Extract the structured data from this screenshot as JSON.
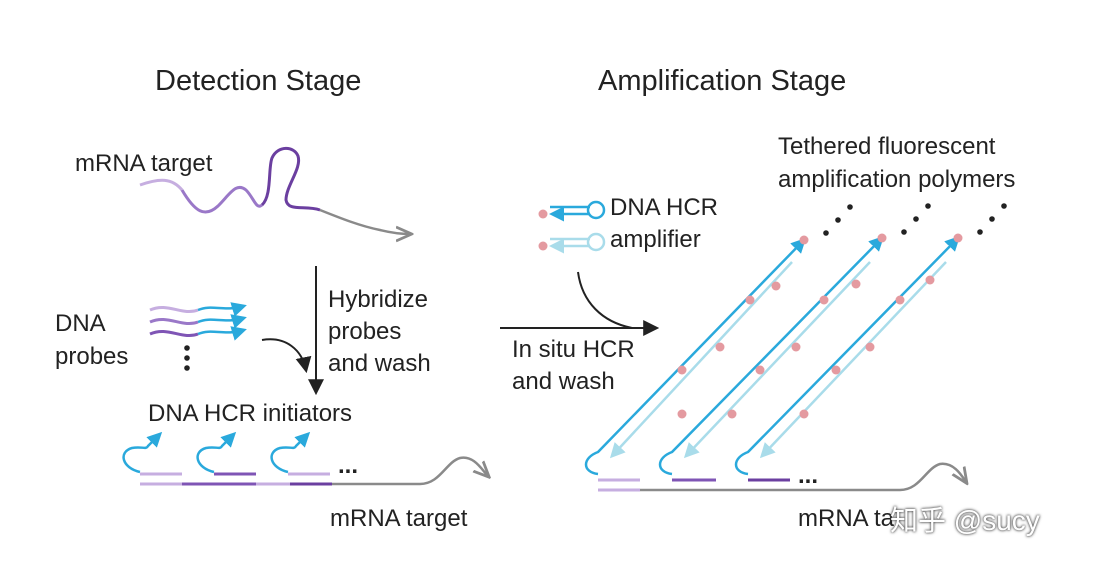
{
  "detection": {
    "title": "Detection Stage",
    "mrna_target_top": "mRNA target",
    "dna_probes_line1": "DNA",
    "dna_probes_line2": "probes",
    "step_line1": "Hybridize",
    "step_line2": "probes",
    "step_line3": "and wash",
    "initiators_label": "DNA HCR initiators",
    "mrna_target_bottom": "mRNA target",
    "ellipsis": "..."
  },
  "amplification": {
    "title": "Amplification Stage",
    "hcr_label_line1": "DNA HCR",
    "hcr_label_line2": "amplifier",
    "polymers_line1": "Tethered fluorescent",
    "polymers_line2": "amplification polymers",
    "step_line1": "In situ HCR",
    "step_line2": "and wash",
    "mrna_target_bottom": "mRNA ta",
    "ellipsis": "..."
  },
  "watermark": "知乎 @sucy",
  "colors": {
    "probe_light": "#c6aee0",
    "probe_mid": "#9a78c8",
    "probe_dark": "#6b3fa0",
    "initiator_blue": "#2aa9dc",
    "hairpin_light": "#a9dcea",
    "bead_pink": "#e49aa0",
    "mrna_gray": "#8a8a8a",
    "arrow_dark": "#222222"
  }
}
